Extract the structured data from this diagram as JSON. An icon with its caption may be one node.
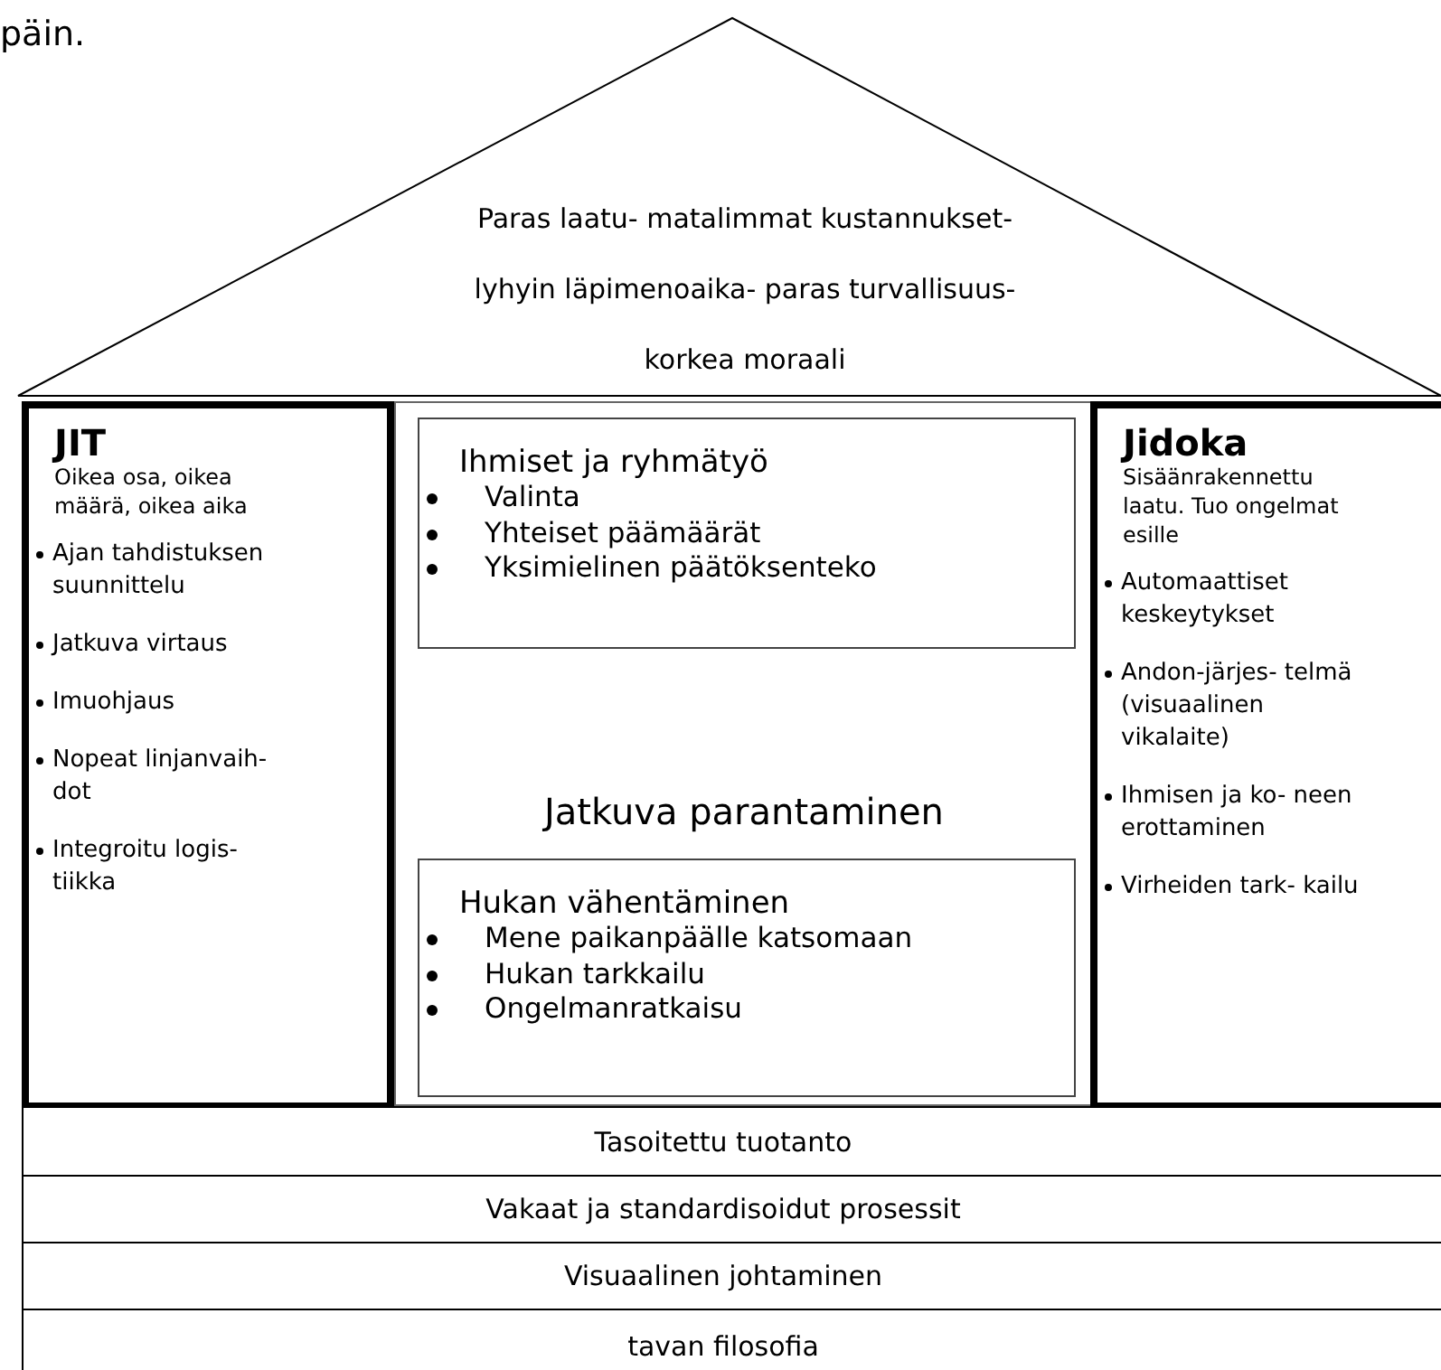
{
  "diagram": {
    "nodes": [
      {
        "text": [
          "Paras laatu- matalimmat kustannukset- lyhyin läpimenoaika- paras turvallisuus- korkea moraali"
        ]
      },
      {
        "text": [
          "JIT",
          "Oikea osa, oikea määrä, oikea aika",
          "Ajan tahdistuksen suunnittelu",
          "Jatkuva virtaus",
          "Imuohjaus",
          "Nopeat linjanvaih- dot",
          "Integroitu logis- tiikka"
        ]
      },
      {
        "text": [
          "Jatkuva parantaminen"
        ]
      },
      {
        "text": [
          "Ihmiset ja ryhmätyö",
          "Valinta",
          "Yhteiset päämäärät",
          "Yksimielinen päätöksenteko"
        ],
        "in": 2
      },
      {
        "text": [
          "Hukan vähentäminen",
          "Mene paikanpäälle katsomaan",
          "Hukan tarkkailu",
          "Ongelmanratkaisu"
        ],
        "in": 2
      },
      {
        "text": [
          "Jidoka",
          "Sisäänrakennettu laatu. Tuo ongelmat esille",
          "Automaattiset keskeytykset",
          "Andon-järjes- telmä (visuaalinen vikalaite)",
          "Ihmisen ja ko- neen erottaminen",
          "Virheiden tark- kailu"
        ]
      },
      {
        "text": [
          "Tasoitettu tuotanto"
        ]
      },
      {
        "text": [
          "Vakaat ja standardisoidut prosessit"
        ]
      },
      {
        "text": [
          "Visuaalinen johtaminen"
        ]
      },
      {
        "text": [
          "tavan filosofia"
        ]
      }
    ],
    "labels": [
      "päin."
    ]
  }
}
